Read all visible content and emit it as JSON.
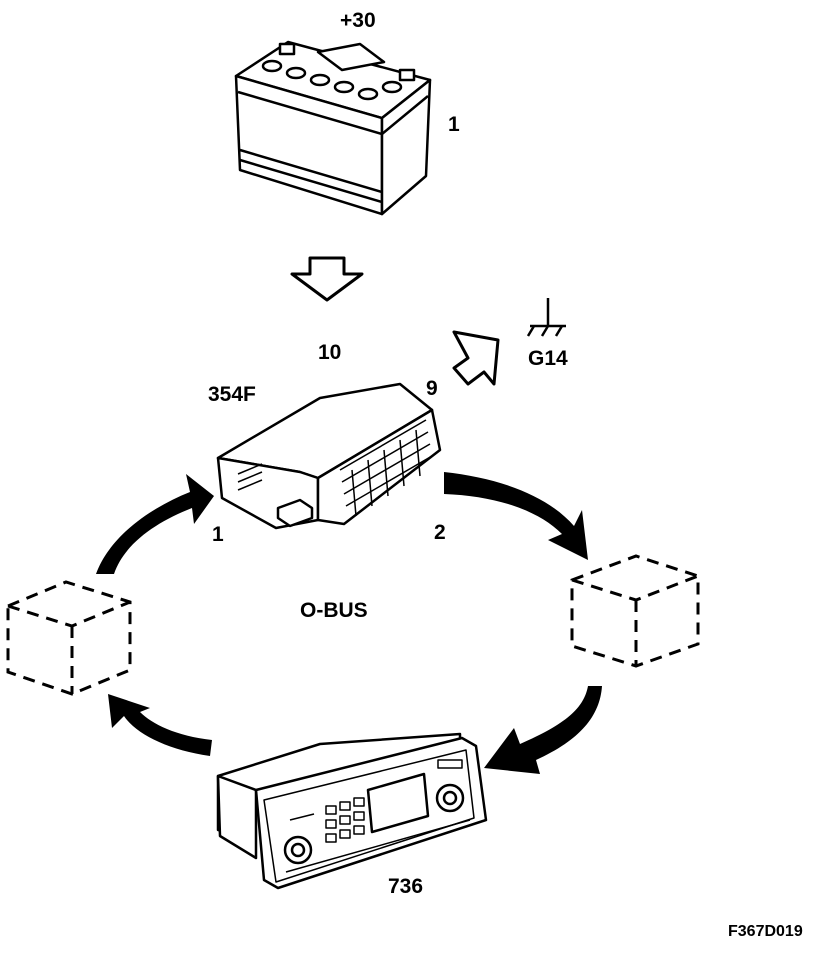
{
  "labels": {
    "supply": "+30",
    "battery_number": "1",
    "node_number": "10",
    "module_code": "354F",
    "connector_9": "9",
    "ground": "G14",
    "port_in": "1",
    "port_out": "2",
    "bus_name": "O-BUS",
    "unit_code": "736",
    "figure_code": "F367D019"
  },
  "colors": {
    "ink": "#000000",
    "paper": "#ffffff"
  },
  "icons": [
    "battery",
    "arrow-down",
    "arrow-up-right",
    "ground-symbol",
    "control-module",
    "ring-arrow",
    "dashed-cube",
    "radio-unit"
  ]
}
